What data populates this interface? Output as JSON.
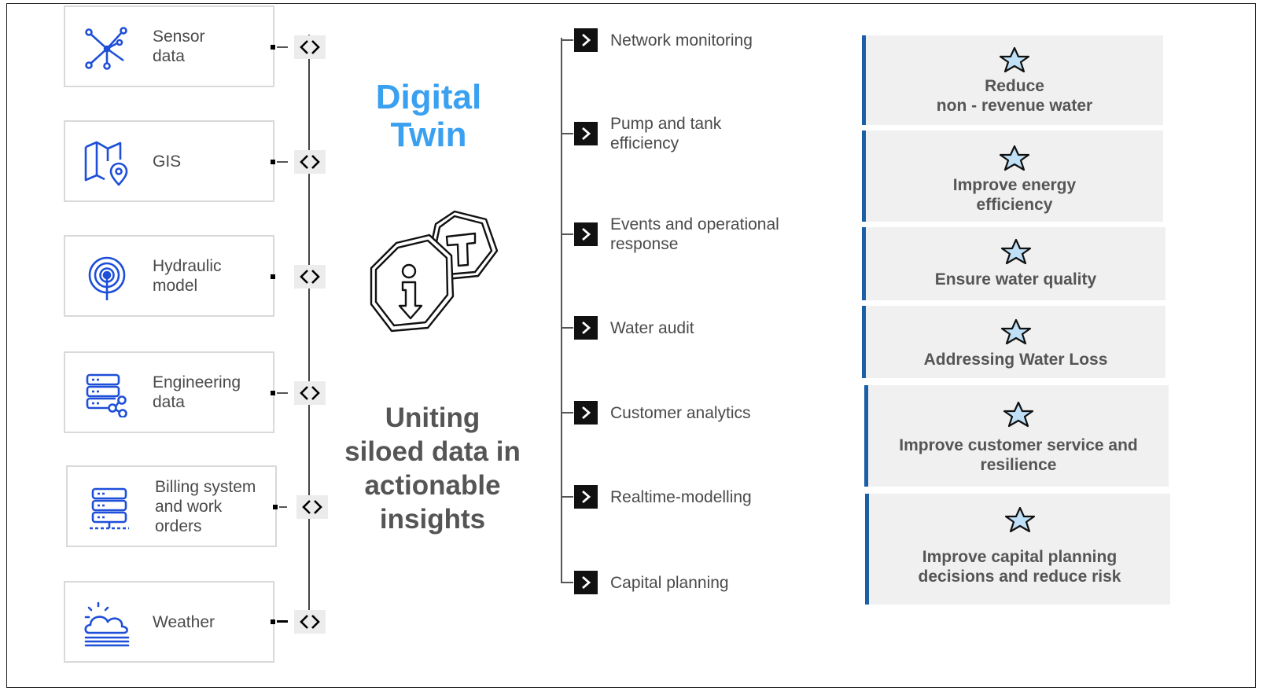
{
  "sources": [
    {
      "label": "Sensor\ndata",
      "icon": "network-hub-icon"
    },
    {
      "label": "GIS",
      "icon": "map-pin-icon"
    },
    {
      "label": "Hydraulic\nmodel",
      "icon": "broadcast-signal-icon"
    },
    {
      "label": "Engineering\ndata",
      "icon": "server-share-icon"
    },
    {
      "label": "Billing system\nand work\norders",
      "icon": "server-network-icon"
    },
    {
      "label": "Weather",
      "icon": "sun-cloud-icon"
    }
  ],
  "center": {
    "title": "Digital\nTwin",
    "icon": "info-hexagon-icon",
    "subtitle": "Uniting\nsiloed data in\nactionable\ninsights"
  },
  "applications": [
    "Network monitoring",
    "Pump and tank\nefficiency",
    "Events and operational\nresponse",
    "Water audit",
    "Customer analytics",
    "Realtime-modelling",
    "Capital planning"
  ],
  "outcomes": [
    "Reduce\nnon - revenue water",
    "Improve energy\nefficiency",
    "Ensure water quality",
    "Addressing Water Loss",
    "Improve customer service and\nresilience",
    "Improve capital planning\ndecisions and reduce risk"
  ],
  "colors": {
    "icon_blue": "#1e4fd8",
    "title_blue": "#3aa0f0",
    "outcome_bar": "#1a5fa6",
    "star_fill": "#bfe0f7"
  }
}
